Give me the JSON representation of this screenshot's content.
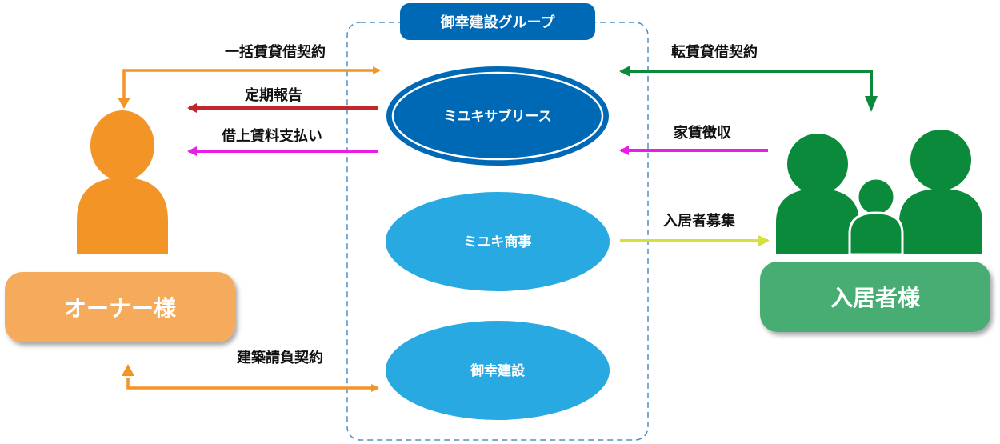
{
  "group": {
    "title": "御幸建設グループ",
    "companies": [
      "ミユキサブリース",
      "ミユキ商事",
      "御幸建設"
    ]
  },
  "owner": {
    "label": "オーナー様"
  },
  "resident": {
    "label": "入居者様"
  },
  "relations": {
    "lump_sum_lease": "一括賃貸借契約",
    "periodic_report": "定期報告",
    "rent_payment": "借上賃料支払い",
    "construction_contract": "建築請負契約",
    "sublease_contract": "転賃貸借契約",
    "rent_collection": "家賃徴収",
    "tenant_recruitment": "入居者募集"
  },
  "colors": {
    "orange": "#f39427",
    "owner_box": "#f6ab5b",
    "green": "#0a8a3a",
    "resident_box": "#46ad72",
    "dark_blue": "#0069b6",
    "light_blue": "#29a9e1",
    "red": "#c0282a",
    "magenta": "#e61ee6",
    "yellow_green": "#d6e03a"
  }
}
